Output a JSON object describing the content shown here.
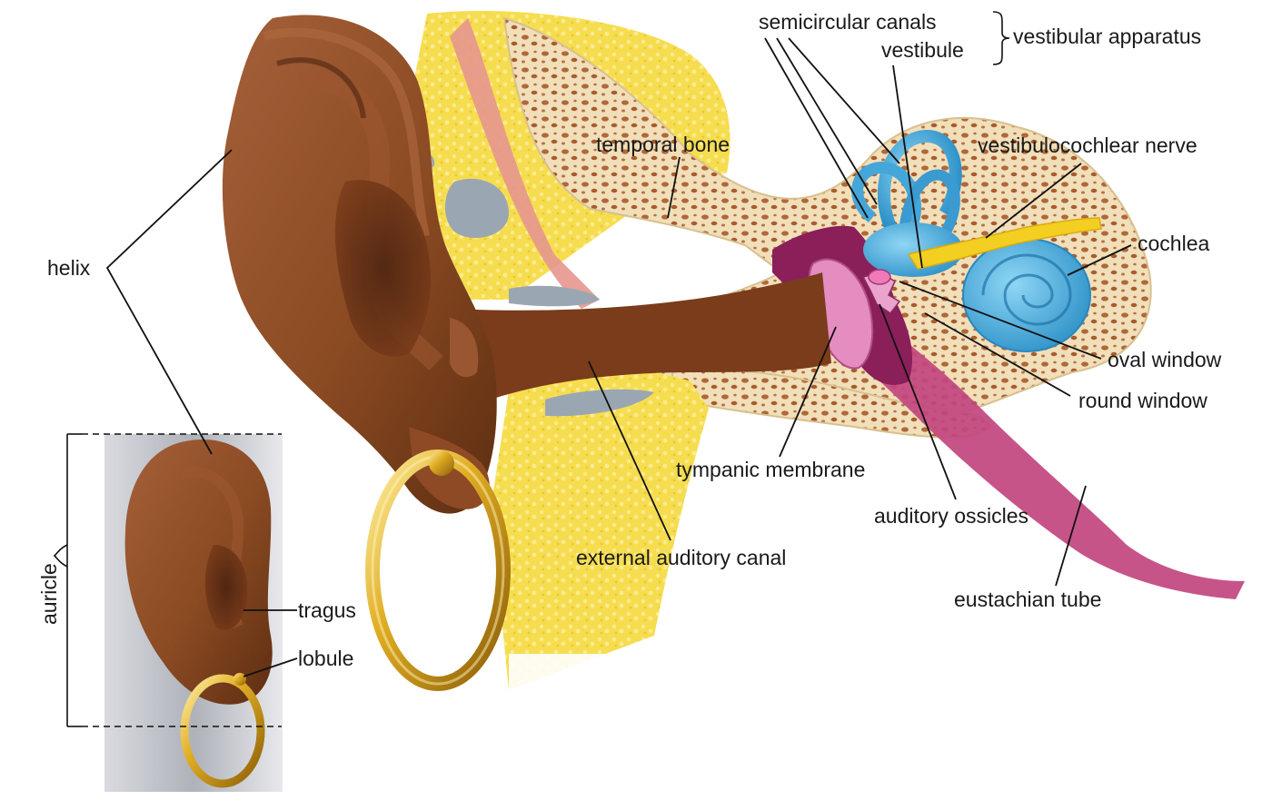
{
  "labels": {
    "semicircular_canals": "semicircular canals",
    "vestibule": "vestibule",
    "vestibular_apparatus": "vestibular apparatus",
    "temporal_bone": "temporal bone",
    "vestibulocochlear_nerve": "vestibulocochlear nerve",
    "helix": "helix",
    "cochlea": "cochlea",
    "oval_window": "oval window",
    "round_window": "round window",
    "tympanic_membrane": "tympanic membrane",
    "auditory_ossicles": "auditory ossicles",
    "external_auditory_canal": "external auditory canal",
    "eustachian_tube": "eustachian tube",
    "auricle": "auricle",
    "tragus": "tragus",
    "lobule": "lobule"
  },
  "colors": {
    "skin": "#8a4a22",
    "skin_dark": "#5e2e12",
    "skin_light": "#a9643a",
    "bone": "#f2e3c2",
    "bone_spongy": "#b36a3a",
    "marrow": "#f4dc52",
    "inner_ear": "#3fa7dc",
    "membrane": "#e07ab8",
    "tube": "#b03a7a",
    "nerve": "#f3cf22",
    "gold": "#d8a21c",
    "inset_bg": "#b9bcc2"
  }
}
